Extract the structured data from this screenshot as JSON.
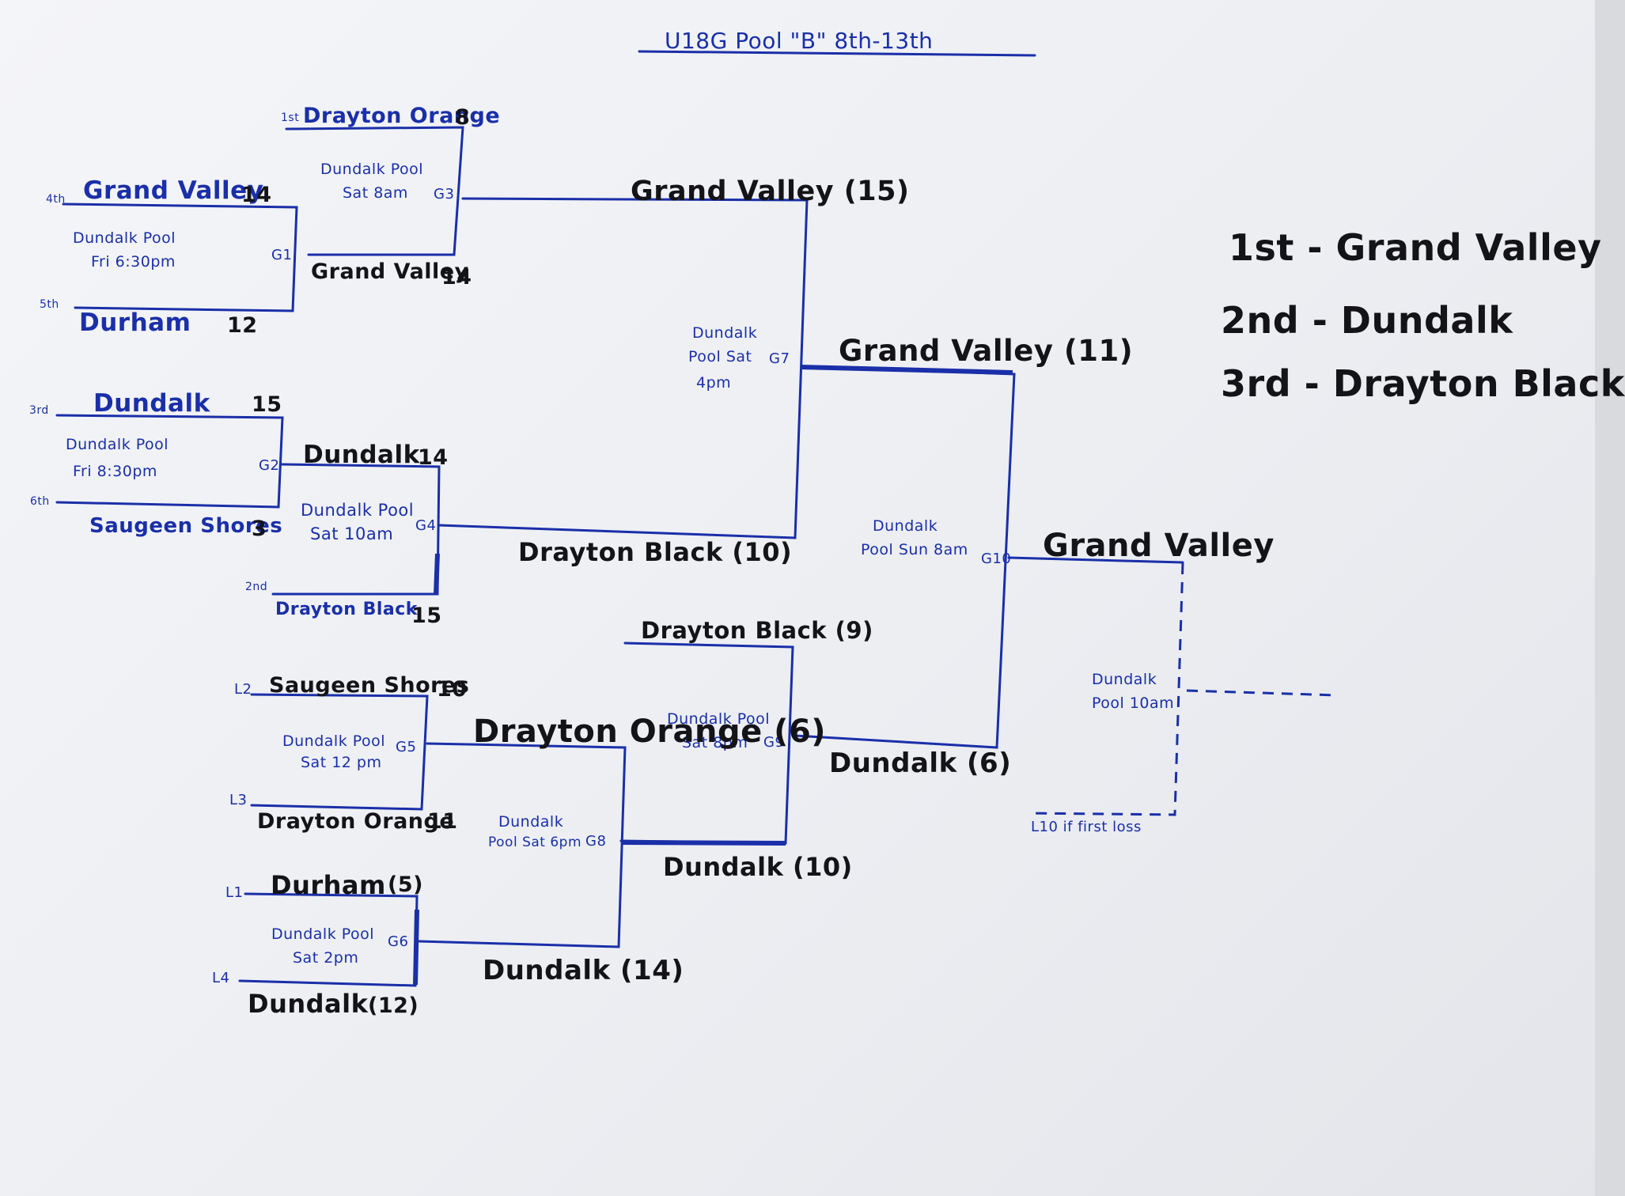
{
  "title": "U18G Pool \"B\" 8th-13th",
  "results": {
    "first": "1st - Grand Valley",
    "second": "2nd - Dundalk",
    "third": "3rd - Drayton Black"
  },
  "round1": {
    "g1": {
      "top_seed": "4th",
      "top_team": "Grand Valley",
      "top_score": "14",
      "bottom_seed": "5th",
      "bottom_team": "Durham",
      "bottom_score": "12",
      "venue": "Dundalk Pool",
      "time": "Fri 6:30pm",
      "game": "G1"
    },
    "g2": {
      "top_seed": "3rd",
      "top_team": "Dundalk",
      "top_score": "15",
      "bottom_seed": "6th",
      "bottom_team": "Saugeen Shores",
      "bottom_score": "3",
      "venue": "Dundalk Pool",
      "time": "Fri 8:30pm",
      "game": "G2"
    }
  },
  "round2": {
    "g3": {
      "top_seed": "1st",
      "top_team": "Drayton Orange",
      "top_score": "8",
      "bottom_team": "Grand Valley",
      "bottom_score": "14",
      "venue": "Dundalk Pool",
      "time": "Sat 8am",
      "game": "G3"
    },
    "g4": {
      "top_team": "Dundalk",
      "top_score": "14",
      "bottom_seed": "2nd",
      "bottom_team": "Drayton Black",
      "bottom_score": "15",
      "venue": "Dundalk Pool",
      "time": "Sat 10am",
      "game": "G4"
    }
  },
  "g7": {
    "top_team": "Grand Valley (15)",
    "bottom_team": "Drayton Black (10)",
    "venue": "Dundalk",
    "line2": "Pool Sat",
    "time": "4pm",
    "game": "G7"
  },
  "consolation": {
    "g5": {
      "top_label": "L2",
      "top_team": "Saugeen Shores",
      "top_score": "10",
      "bottom_label": "L3",
      "bottom_team": "Drayton Orange",
      "bottom_score": "11",
      "venue": "Dundalk Pool",
      "time": "Sat 12 pm",
      "game": "G5"
    },
    "g6": {
      "top_label": "L1",
      "top_team": "Durham",
      "top_score": "(5)",
      "bottom_label": "L4",
      "bottom_team": "Dundalk",
      "bottom_score": "(12)",
      "venue": "Dundalk Pool",
      "time": "Sat 2pm",
      "game": "G6"
    },
    "g8": {
      "top_team": "Drayton Orange (6)",
      "bottom_team": "Dundalk (14)",
      "venue": "Dundalk",
      "line2": "Pool Sat 6pm",
      "game": "G8"
    },
    "g9": {
      "top_team": "Drayton Black (9)",
      "bottom_team": "Dundalk (10)",
      "venue": "Dundalk Pool",
      "line2": "Sat 8pm",
      "game": "G9"
    }
  },
  "g10": {
    "top_team": "Grand Valley (11)",
    "bottom_team": "Dundalk (6)",
    "venue": "Dundalk",
    "line2": "Pool Sun 8am",
    "game": "G10"
  },
  "final": {
    "winner": "Grand Valley",
    "venue": "Dundalk",
    "line2": "Pool 10am",
    "note": "L10 if first loss"
  },
  "colors": {
    "marker_blue": "#1a2fa8",
    "marker_black": "#141418",
    "paper": "#f1f2f5"
  }
}
